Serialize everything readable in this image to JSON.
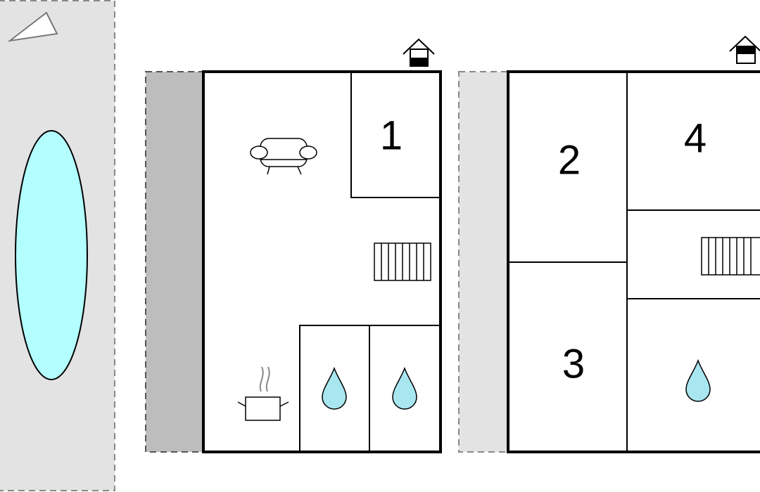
{
  "floor_plan": {
    "ground_floor": {
      "room_1": {
        "label": "1"
      }
    },
    "upper_floor": {
      "room_2": {
        "label": "2"
      },
      "room_3": {
        "label": "3"
      },
      "room_4": {
        "label": "4"
      }
    }
  },
  "icons": {
    "entrance": "house-entrance-icon",
    "living_room": "sofa-icon",
    "kitchen": "cooking-pot-icon",
    "bathroom": "water-drop-icon",
    "stairs": "staircase-icon",
    "pool": "swimming-pool",
    "terrace": "terrace-area",
    "direction": "north-arrow-icon"
  },
  "colors": {
    "pool": "#b3ffff",
    "terrace_dark": "#bdbdbd",
    "terrace_light": "#e3e3e3",
    "garden": "#e3e3e3",
    "water_drop": "#a8e6f0",
    "walls": "#000000"
  }
}
